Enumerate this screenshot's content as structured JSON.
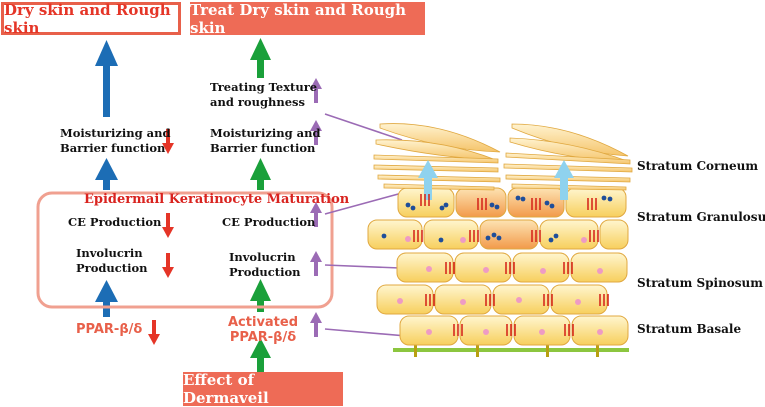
{
  "top_left_box": "Dry skin and Rough skin",
  "top_right_box": "Treat Dry skin and Rough skin",
  "bottom_box": "Effect of Dermaveil",
  "maturation_title": "Epidermail Keratinocyte Maturation",
  "left_column": {
    "moisturizing_line1": "Moisturizing and",
    "moisturizing_line2": "Barrier function",
    "ce_production": "CE Production",
    "involucrin_line1": "Involucrin",
    "involucrin_line2": "Production",
    "ppar": "PPAR-β/δ"
  },
  "right_column": {
    "treating_line1": "Treating Texture",
    "treating_line2": "and roughness",
    "moisturizing_line1": "Moisturizing and",
    "moisturizing_line2": "Barrier function",
    "ce_production": "CE Production",
    "involucrin_line1": "Involucrin",
    "involucrin_line2": "Production",
    "ppar_line1": "Activated",
    "ppar_line2": "PPAR-β/δ"
  },
  "layers": {
    "corneum": "Stratum Corneum",
    "granulosum": "Stratum Granulosum",
    "spinosum": "Stratum Spinosum",
    "basale": "Stratum Basale"
  },
  "colors": {
    "decrease_arrow": "#e53527",
    "increase_arrow": "#9b6bb5",
    "blue_arrow": "#1c6db5",
    "green_arrow": "#1aa03a",
    "accent_box": "#ee6b56"
  }
}
